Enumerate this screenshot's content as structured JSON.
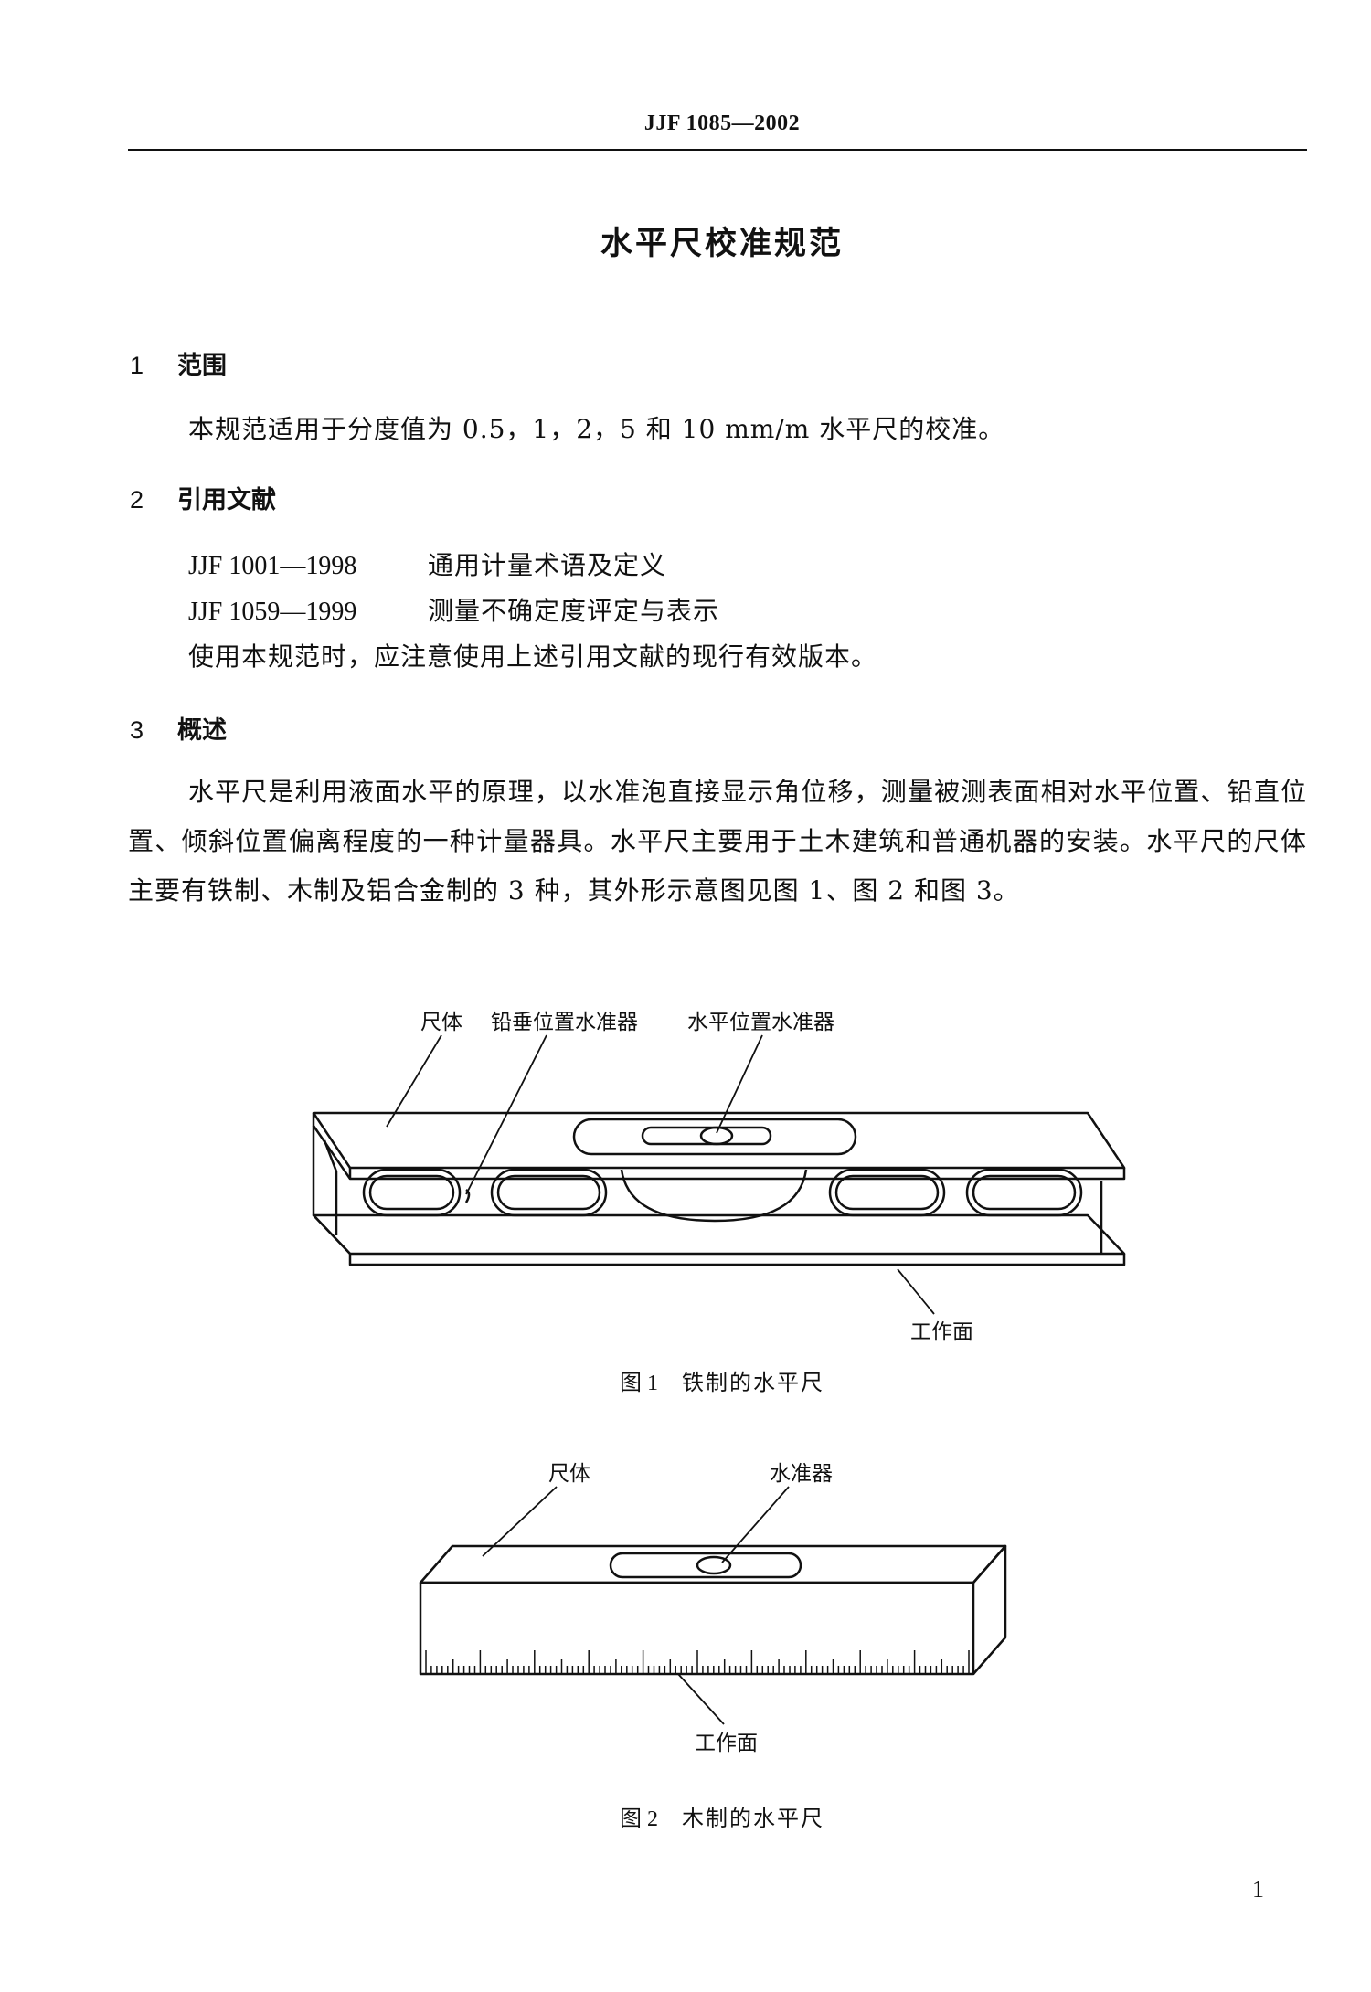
{
  "header": {
    "code": "JJF 1085—2002"
  },
  "title": "水平尺校准规范",
  "sections": [
    {
      "num": "1",
      "heading": "范围",
      "body": "本规范适用于分度值为 0.5，1，2，5 和 10 mm/m 水平尺的校准。"
    },
    {
      "num": "2",
      "heading": "引用文献",
      "refs": [
        {
          "code": "JJF 1001—1998",
          "title": "通用计量术语及定义"
        },
        {
          "code": "JJF 1059—1999",
          "title": "测量不确定度评定与表示"
        }
      ],
      "note": "使用本规范时，应注意使用上述引用文献的现行有效版本。"
    },
    {
      "num": "3",
      "heading": "概述",
      "body": "水平尺是利用液面水平的原理，以水准泡直接显示角位移，测量被测表面相对水平位置、铅直位置、倾斜位置偏离程度的一种计量器具。水平尺主要用于土木建筑和普通机器的安装。水平尺的尺体主要有铁制、木制及铝合金制的 3 种，其外形示意图见图 1、图 2 和图 3。"
    }
  ],
  "figure1": {
    "labels": {
      "body": "尺体",
      "vertical_vial": "铅垂位置水准器",
      "horizontal_vial": "水平位置水准器",
      "working_face": "工作面"
    },
    "caption_num": "图 1",
    "caption_text": "铁制的水平尺"
  },
  "figure2": {
    "labels": {
      "body": "尺体",
      "vial": "水准器",
      "working_face": "工作面"
    },
    "caption_num": "图 2",
    "caption_text": "木制的水平尺"
  },
  "page_number": "1"
}
